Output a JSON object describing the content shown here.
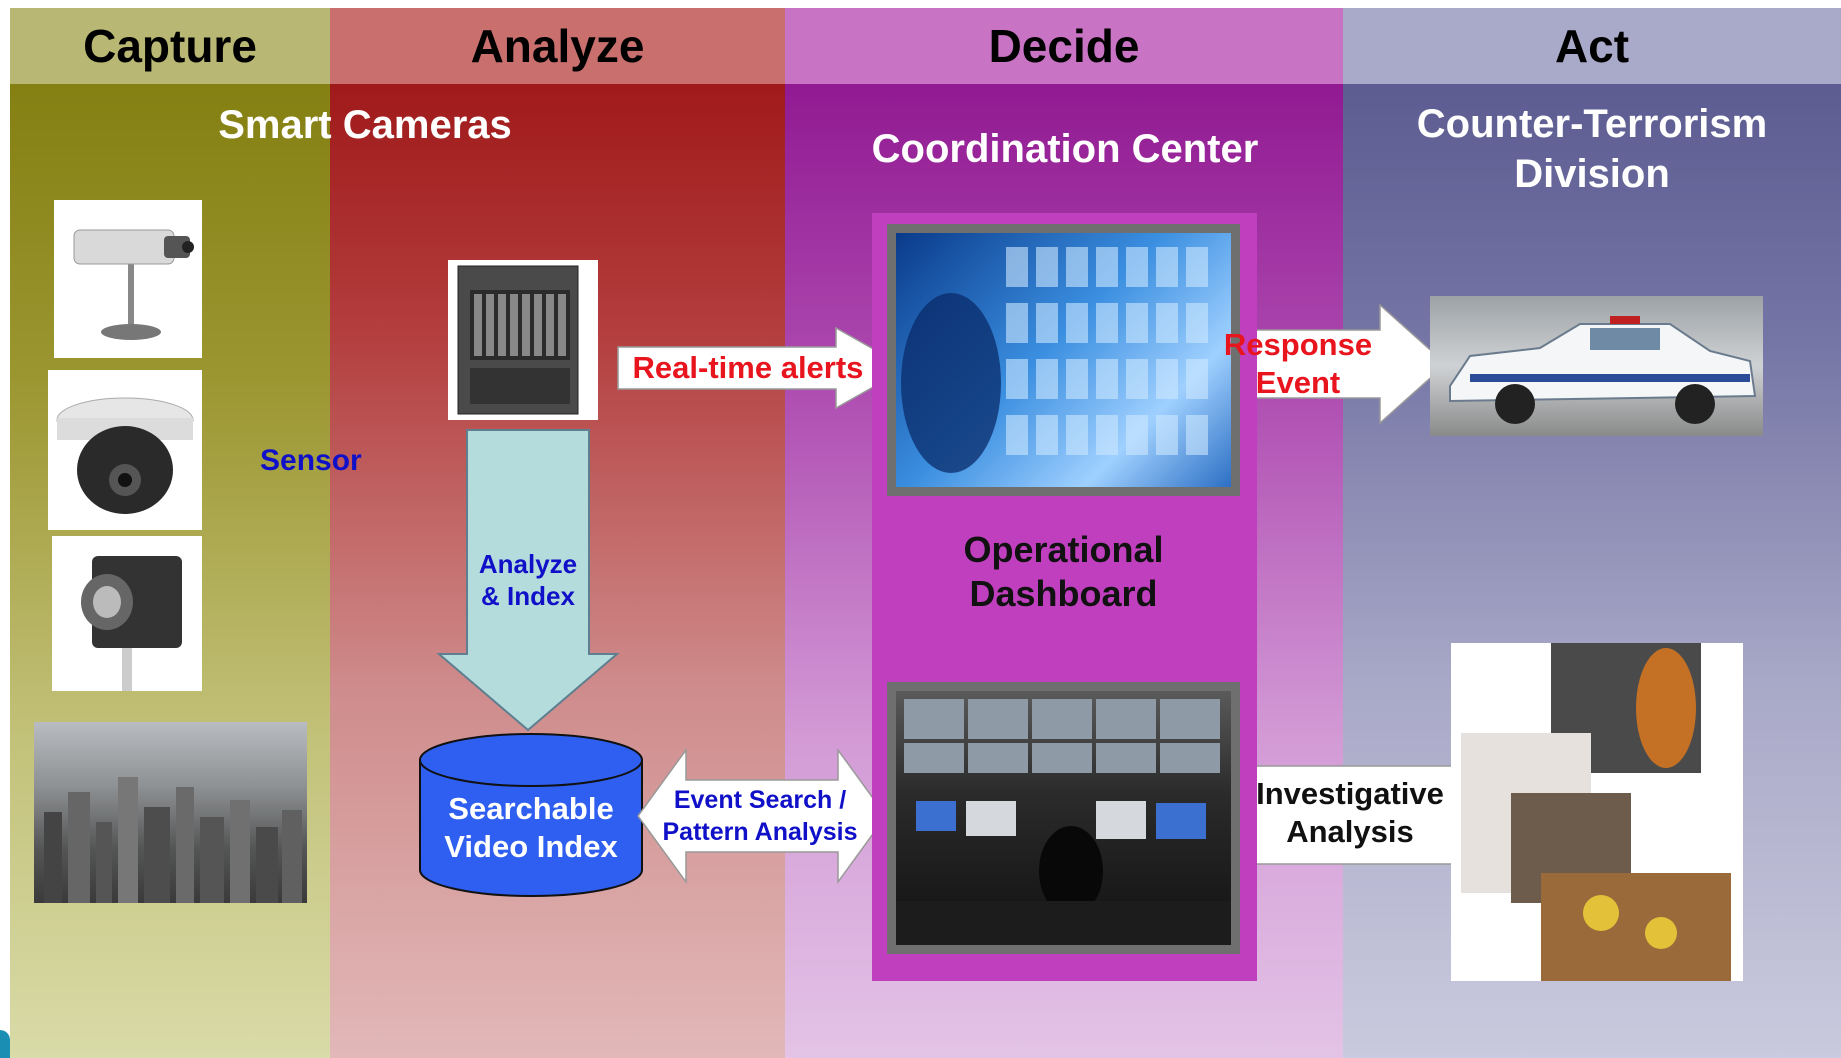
{
  "columns": {
    "capture": "Capture",
    "analyze": "Analyze",
    "decide": "Decide",
    "act": "Act"
  },
  "titles": {
    "smart_cameras": "Smart Cameras",
    "coordination_center": "Coordination Center",
    "counter_terrorism_line1": "Counter-Terrorism",
    "counter_terrorism_line2": "Division"
  },
  "labels": {
    "sensor": "Sensor",
    "analyze_index_line1": "Analyze",
    "analyze_index_line2": "& Index",
    "searchable_line1": "Searchable",
    "searchable_line2": "Video Index",
    "realtime_alerts": "Real-time alerts",
    "event_search_line1": "Event Search /",
    "event_search_line2": "Pattern Analysis",
    "operational_line1": "Operational",
    "operational_line2": "Dashboard",
    "response_line1": "Response",
    "response_line2": "Event",
    "investigative_line1": "Investigative",
    "investigative_line2": "Analysis"
  },
  "colors": {
    "alert_text": "#e8141e",
    "blue_label": "#1010c8",
    "database_fill": "#2f5ff0",
    "down_arrow_fill": "#b5dcdc"
  }
}
